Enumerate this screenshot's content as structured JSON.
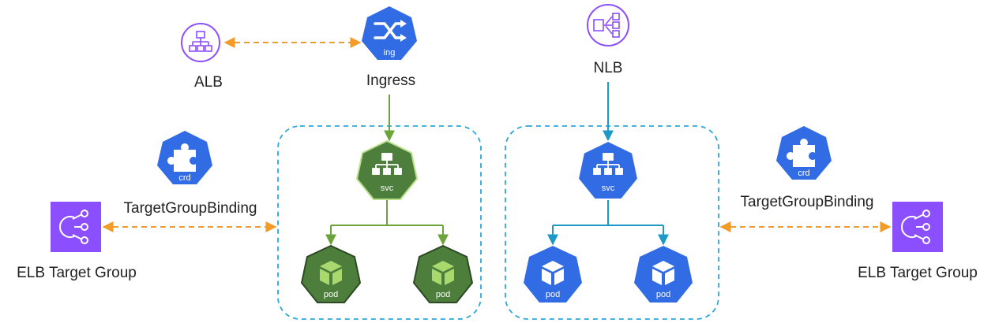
{
  "labels": {
    "alb": "ALB",
    "ingress": "Ingress",
    "nlb": "NLB",
    "tgb_left": "TargetGroupBinding",
    "tgb_right": "TargetGroupBinding",
    "elb_left": "ELB Target Group",
    "elb_right": "ELB Target Group"
  },
  "icon_text": {
    "ing": "ing",
    "crd": "crd",
    "svc": "svc",
    "pod": "pod"
  },
  "icons": {
    "alb": "application-load-balancer-icon",
    "nlb": "network-load-balancer-icon",
    "ingress": "k8s-ingress-icon",
    "crd": "k8s-crd-puzzle-icon",
    "svc": "k8s-service-icon",
    "pod": "k8s-pod-cube-icon",
    "target_group": "elb-target-group-icon"
  },
  "colors": {
    "k8s_blue": "#326ce5",
    "svc_green": "#4d7e3c",
    "elb_purple": "#8c4fff",
    "arrow_orange": "#f29b26",
    "dashed_border": "#2ea7d9",
    "green_arrow": "#6ba539",
    "teal_arrow": "#1c9ac7"
  }
}
